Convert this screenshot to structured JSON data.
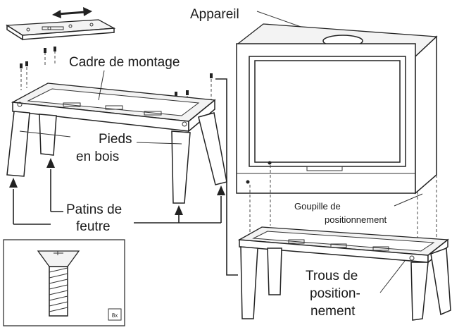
{
  "labels": {
    "appareil": "Appareil",
    "cadre": "Cadre de montage",
    "pieds_1": "Pieds",
    "pieds_2": "en bois",
    "patins_1": "Patins de",
    "patins_2": "feutre",
    "goupille_1": "Goupille de",
    "goupille_2": "positionnement",
    "trous_1": "Trous de",
    "trous_2": "position-",
    "trous_3": "nement",
    "qty": "8x"
  },
  "icons": [
    "double-arrow-icon",
    "screw-icon",
    "arrow-up-icon"
  ],
  "colors": {
    "stroke": "#222222",
    "background": "#ffffff"
  }
}
